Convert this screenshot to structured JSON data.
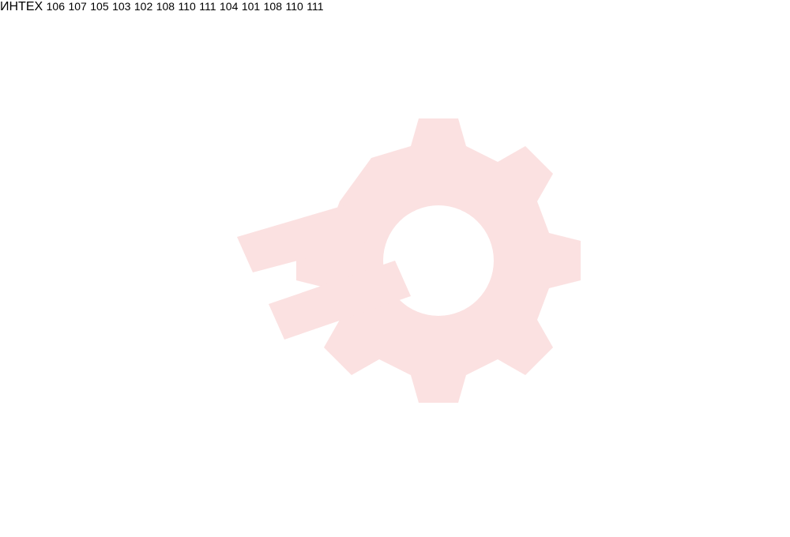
{
  "watermark": {
    "text": "ИНТЕХ",
    "gear_color": "#f8c9c9",
    "text_color": "#cfcfcf"
  },
  "callout_color": "#d20f3a",
  "callouts": [
    {
      "id": "106",
      "label": "106"
    },
    {
      "id": "107",
      "label": "107"
    },
    {
      "id": "105",
      "label": "105"
    },
    {
      "id": "103",
      "label": "103"
    },
    {
      "id": "102",
      "label": "102"
    },
    {
      "id": "108a",
      "label": "108"
    },
    {
      "id": "110a",
      "label": "110"
    },
    {
      "id": "111a",
      "label": "111"
    },
    {
      "id": "104",
      "label": "104"
    },
    {
      "id": "101",
      "label": "101"
    },
    {
      "id": "108b",
      "label": "108"
    },
    {
      "id": "110b",
      "label": "110"
    },
    {
      "id": "111b",
      "label": "111"
    }
  ]
}
